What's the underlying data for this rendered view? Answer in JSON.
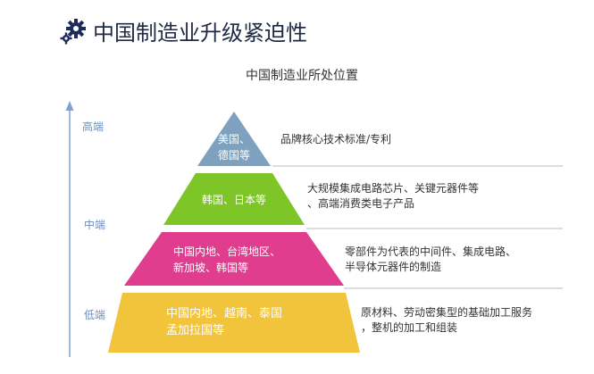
{
  "header": {
    "title": "中国制造业升级紧迫性",
    "subtitle": "中国制造业所处位置",
    "icon": "gears-icon"
  },
  "axis": {
    "labels": {
      "high": "高端",
      "mid": "中端",
      "low": "低端"
    },
    "color": "#7ea3cf"
  },
  "pyramid": {
    "tiers": [
      {
        "lines": [
          "美国、",
          "德国等"
        ],
        "color": "#7da1be",
        "description": [
          "品牌核心技术标准/专利"
        ]
      },
      {
        "lines": [
          "韩国、日本等"
        ],
        "color": "#7ec627",
        "description": [
          "大规模集成电路芯片、关键元器件等",
          "、高端消费类电子产品"
        ]
      },
      {
        "lines": [
          "中国内地、台湾地区、",
          "新加坡、韩国等"
        ],
        "color": "#e13d8e",
        "description": [
          "零部件为代表的中间件、集成电路、",
          "半导体元器件的制造"
        ]
      },
      {
        "lines": [
          "中国内地、越南、泰国",
          "孟加拉国等"
        ],
        "color": "#f2c43c",
        "description": [
          "原材料、劳动密集型的基础加工服务",
          "，整机的加工和组装"
        ]
      }
    ]
  }
}
